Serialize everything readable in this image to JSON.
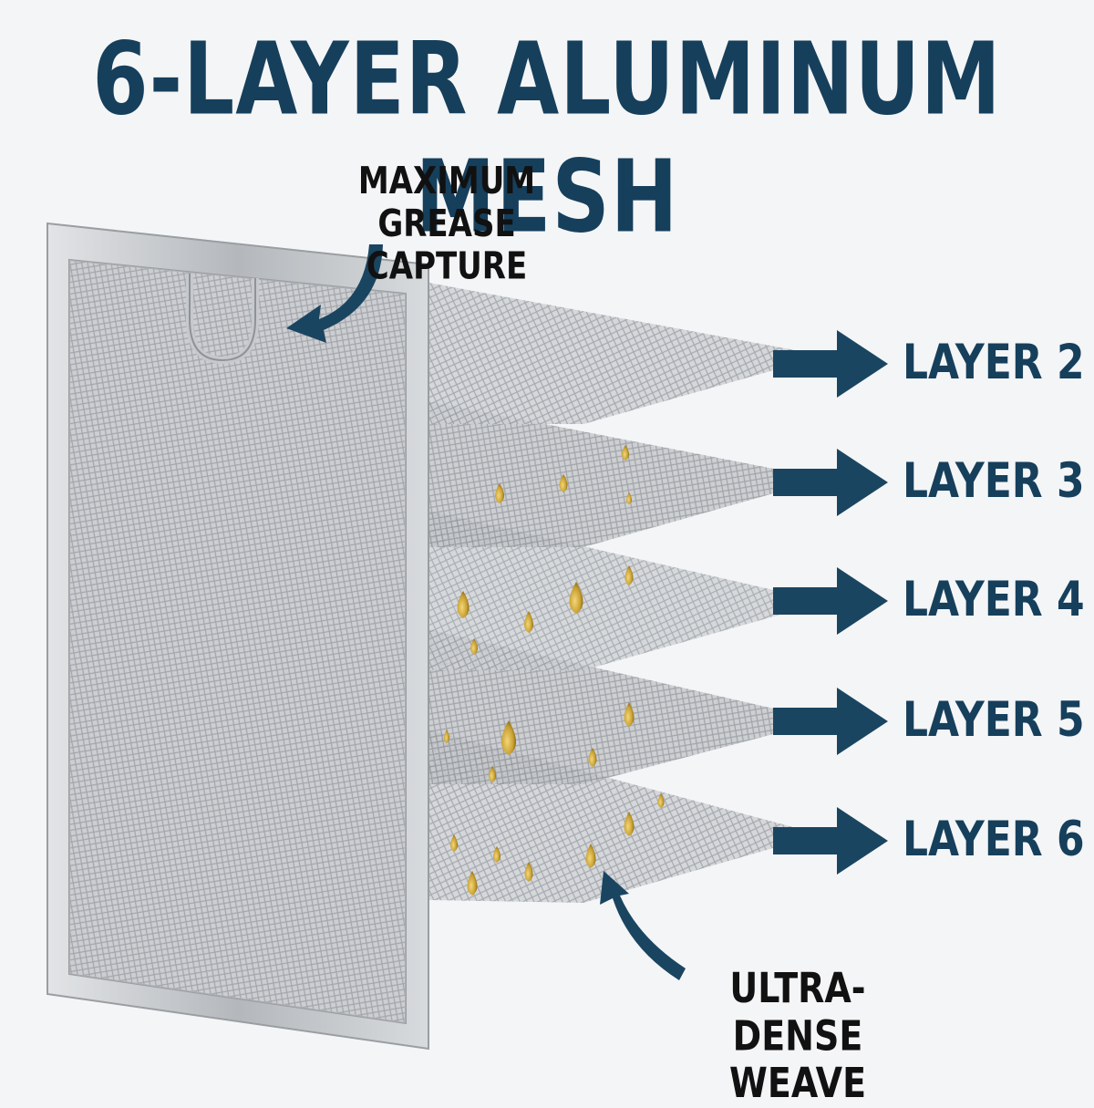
{
  "title": "6-LAYER ALUMINUM MESH",
  "callouts": {
    "top": [
      "MAXIMUM",
      "GREASE CAPTURE"
    ],
    "bottom": [
      "ULTRA-DENSE",
      "WEAVE"
    ]
  },
  "layers": [
    "LAYER 2",
    "LAYER 3",
    "LAYER 4",
    "LAYER 5",
    "LAYER 6"
  ],
  "colors": {
    "text_navy": "#163f5c",
    "arrow_navy": "#1a4561",
    "frame_silver": "#b9bcbf",
    "mesh_gray": "#a8acb0",
    "grease_amber": "#c9a53a"
  }
}
